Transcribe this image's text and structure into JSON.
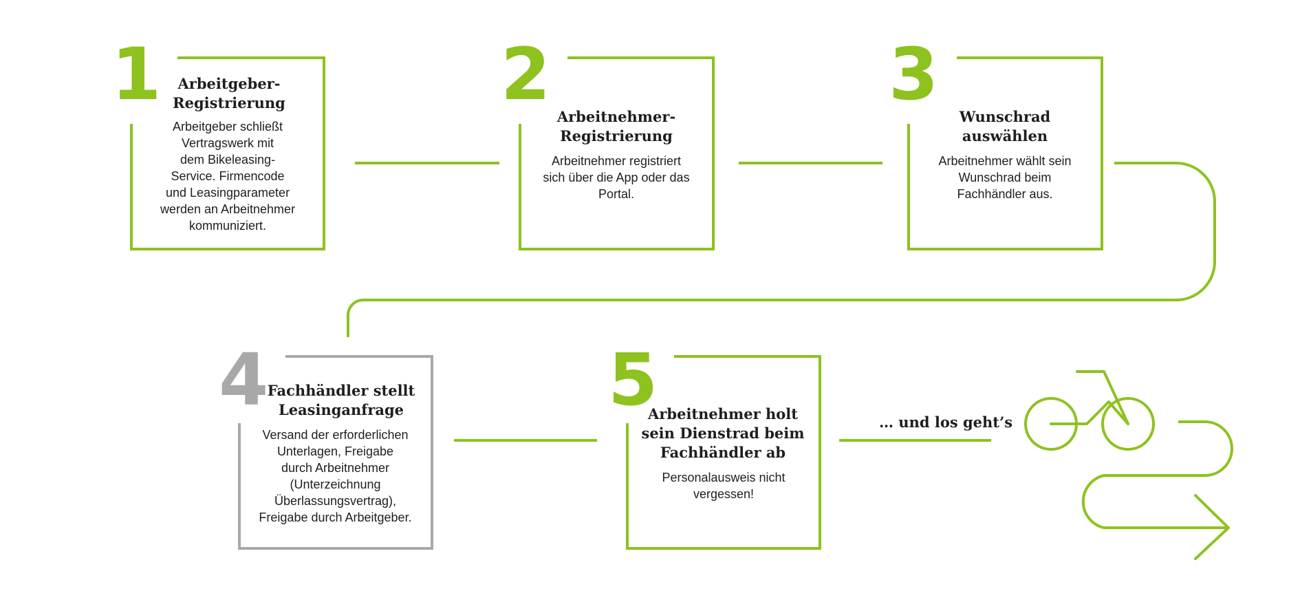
{
  "colors": {
    "accent": "#8ec21f",
    "muted": "#a8a8a8",
    "text": "#1e1e1e"
  },
  "steps": [
    {
      "number": "1",
      "title": "Arbeitgeber-\nRegistrierung",
      "description": "Arbeitgeber schließt\nVertragswerk mit\ndem Bikeleasing-\nService. Firmencode\nund Leasingparameter\nwerden an Arbeitnehmer\nkommuniziert."
    },
    {
      "number": "2",
      "title": "Arbeitnehmer-\nRegistrierung",
      "description": "Arbeitnehmer registriert\nsich über die App oder das\nPortal."
    },
    {
      "number": "3",
      "title": "Wunschrad\nauswählen",
      "description": "Arbeitnehmer wählt sein\nWunschrad beim\nFachhändler aus."
    },
    {
      "number": "4",
      "title": "Fachhändler stellt\nLeasinganfrage",
      "description": "Versand der erforderlichen\nUnterlagen, Freigabe\ndurch Arbeitnehmer\n(Unterzeichnung\nÜberlassungsvertrag),\nFreigabe durch Arbeitgeber."
    },
    {
      "number": "5",
      "title": "Arbeitnehmer holt\nsein Dienstrad beim\nFachhändler ab",
      "description": "Personalausweis nicht\nvergessen!"
    }
  ],
  "tagline": "… und los geht’s",
  "icons": {
    "finish": "bicycle-icon",
    "arrow": "arrow-right-icon"
  }
}
